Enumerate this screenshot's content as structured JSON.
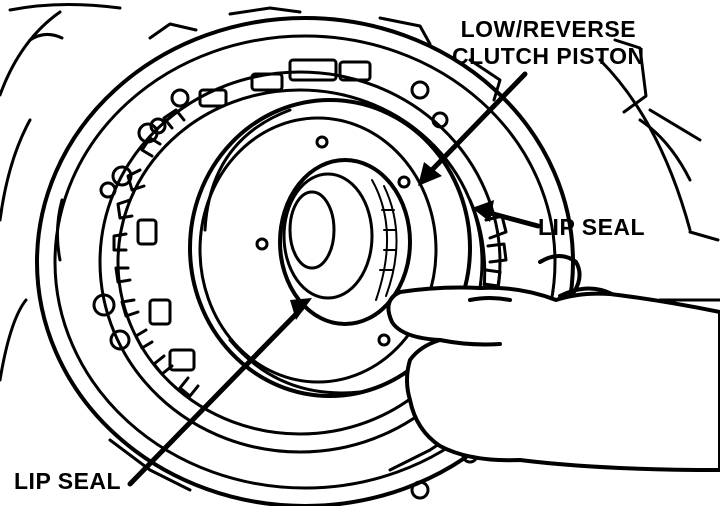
{
  "callouts": {
    "piston": {
      "line1": "LOW/REVERSE",
      "line2": "CLUTCH PISTON"
    },
    "lip_seal_outer": "LIP SEAL",
    "lip_seal_inner": "LIP SEAL"
  },
  "colors": {
    "ink": "#000000",
    "paper": "#ffffff"
  }
}
